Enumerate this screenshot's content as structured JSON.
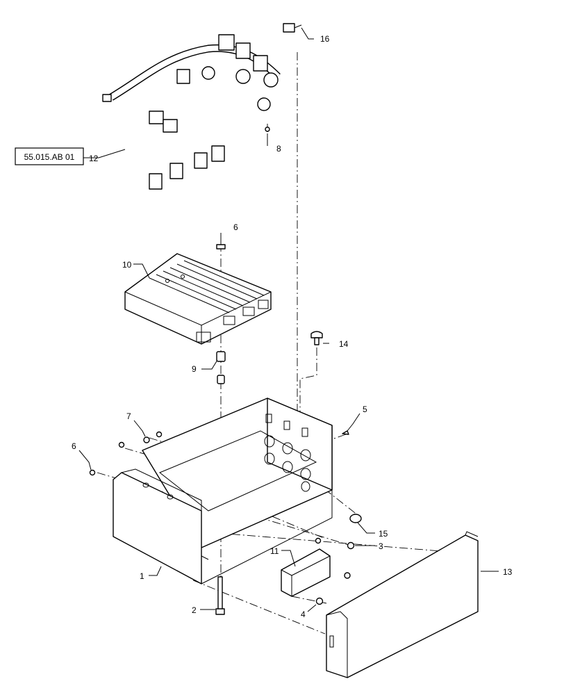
{
  "diagram": {
    "reference_box": {
      "text": "55.015.AB 01",
      "interactable": true
    },
    "callouts": [
      {
        "id": "c16",
        "text": "16"
      },
      {
        "id": "c12",
        "text": "12"
      },
      {
        "id": "c8",
        "text": "8"
      },
      {
        "id": "c6top",
        "text": "6"
      },
      {
        "id": "c10",
        "text": "10"
      },
      {
        "id": "c14",
        "text": "14"
      },
      {
        "id": "c9",
        "text": "9"
      },
      {
        "id": "c7",
        "text": "7"
      },
      {
        "id": "c5",
        "text": "5"
      },
      {
        "id": "c6left",
        "text": "6"
      },
      {
        "id": "c15",
        "text": "15"
      },
      {
        "id": "c3",
        "text": "3"
      },
      {
        "id": "c11",
        "text": "11"
      },
      {
        "id": "c13",
        "text": "13"
      },
      {
        "id": "c1",
        "text": "1"
      },
      {
        "id": "c4",
        "text": "4"
      },
      {
        "id": "c2",
        "text": "2"
      }
    ]
  }
}
